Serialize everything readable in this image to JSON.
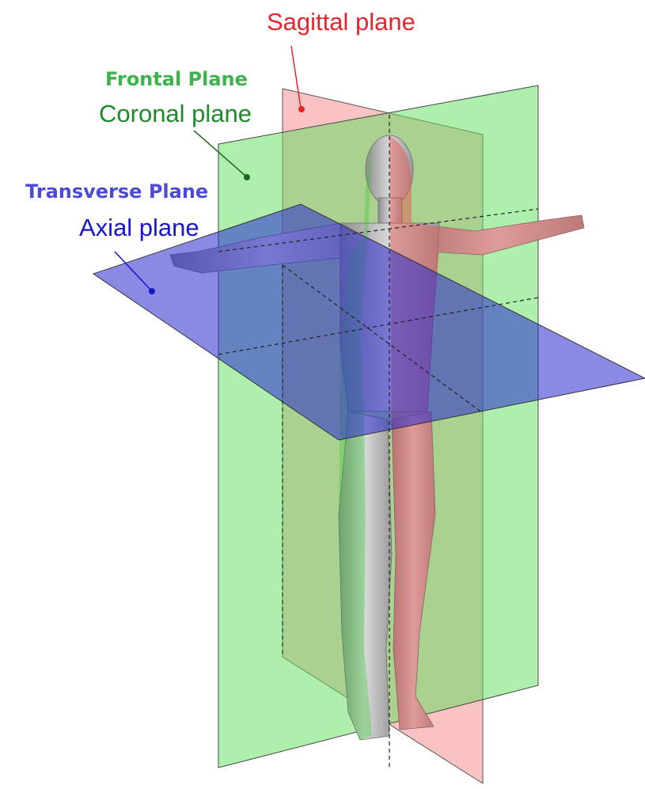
{
  "labels": {
    "sagittal": "Sagittal plane",
    "frontal": "Frontal Plane",
    "coronal": "Coronal plane",
    "transverse": "Transverse Plane",
    "axial": "Axial plane"
  },
  "colors": {
    "sagittal_text": "#e8242c",
    "frontal_text": "#3cb44b",
    "coronal_text": "#1e8a2a",
    "transverse_text": "#4b4bd6",
    "axial_text": "#1616cc",
    "sagittal_plane": "#f08080",
    "frontal_plane": "#7ee87e",
    "transverse_plane": "#3c3cc8",
    "body": "#9a9a9a"
  },
  "icons": {
    "figure": "human-figure-icon"
  }
}
